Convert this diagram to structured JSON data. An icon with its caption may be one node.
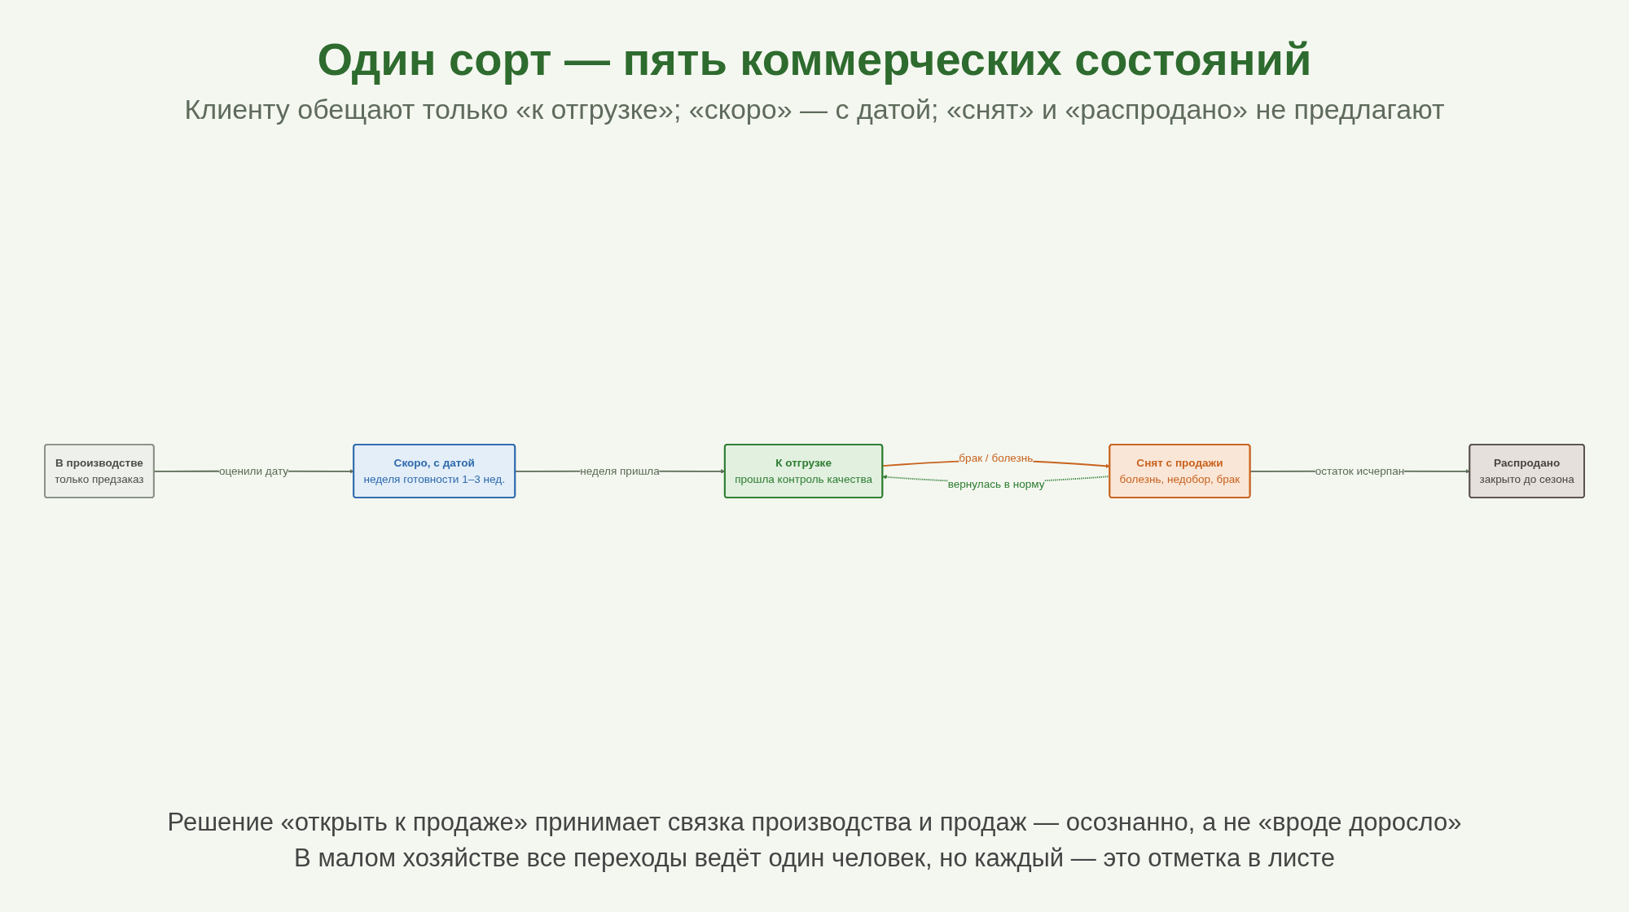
{
  "diagram": {
    "title": "Один сорт — пять коммерческих состояний",
    "nodes": [
      {
        "text": [
          "В производстве",
          "только предзаказ"
        ]
      },
      {
        "text": [
          "Скоро, с датой",
          "неделя готовности 1–3 нед."
        ]
      },
      {
        "text": [
          "К отгрузке",
          "прошла контроль качества"
        ]
      },
      {
        "text": [
          "Распродано",
          "закрыто до сезона"
        ]
      },
      {
        "text": [
          "Снят с продажи",
          "болезнь, недобор, брак"
        ]
      }
    ],
    "edges": [
      {
        "from": 0,
        "to": 1,
        "arrow": "to",
        "label": "оценили дату"
      },
      {
        "from": 1,
        "to": 2,
        "arrow": "to",
        "label": "неделя пришла"
      },
      {
        "from": 2,
        "to": 4,
        "arrow": "to",
        "label": "брак / болезнь",
        "color": "#c8631f"
      },
      {
        "from": 4,
        "to": 2,
        "arrow": "to",
        "label": "вернулась в норму",
        "style": "dashed",
        "color": "#2e7d32"
      },
      {
        "from": 4,
        "to": 3,
        "arrow": "to",
        "label": "остаток исчерпан"
      }
    ],
    "labels": [
      "Клиенту обещают только «к отгрузке»; «скоро» — с датой; «снят» и «распродано» не предлагают",
      "Решение «открыть к продаже» принимает связка производства и продаж — осознанно, а не «вроде доросло»",
      "В малом хозяйстве все переходы ведёт один человек, но каждый — это отметка в листе"
    ]
  }
}
